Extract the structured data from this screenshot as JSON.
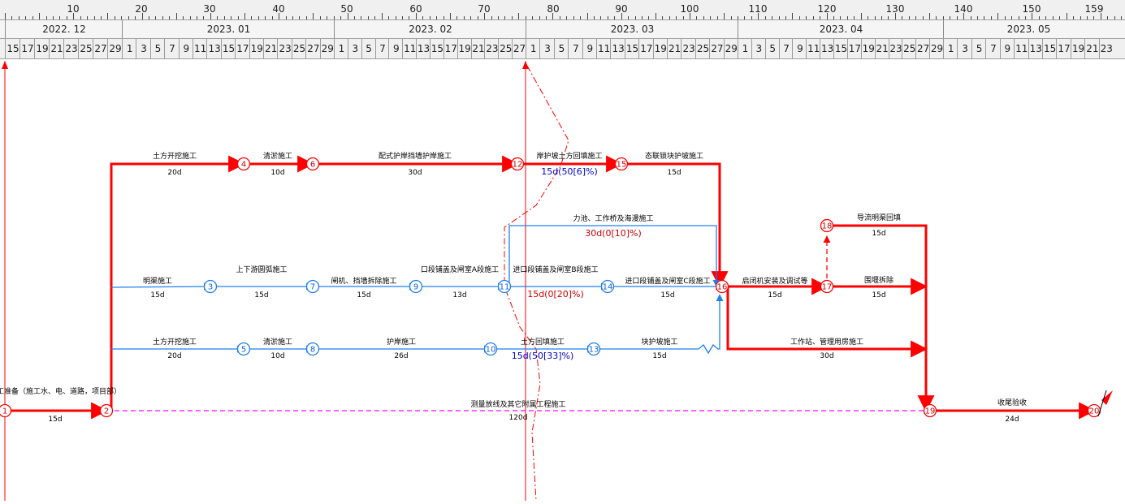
{
  "timescale": {
    "ticks": [
      "10",
      "20",
      "30",
      "40",
      "50",
      "60",
      "70",
      "80",
      "90",
      "100",
      "110",
      "120",
      "130",
      "140",
      "150",
      "159"
    ],
    "months": [
      "2022. 12",
      "2023. 01",
      "2023. 02",
      "2023. 03",
      "2023. 04",
      "2023. 05"
    ],
    "days": [
      [
        "15",
        "17",
        "19",
        "21",
        "23",
        "25",
        "27",
        "29"
      ],
      [
        "1",
        "3",
        "5",
        "7",
        "9",
        "11",
        "13",
        "15",
        "17",
        "19",
        "21",
        "23",
        "25",
        "27",
        "29"
      ],
      [
        "1",
        "3",
        "5",
        "7",
        "9",
        "11",
        "13",
        "15",
        "17",
        "19",
        "21",
        "23",
        "25",
        "27"
      ],
      [
        "1",
        "3",
        "5",
        "7",
        "9",
        "11",
        "13",
        "15",
        "17",
        "19",
        "21",
        "23",
        "25",
        "27",
        "29"
      ],
      [
        "1",
        "3",
        "5",
        "7",
        "9",
        "11",
        "13",
        "15",
        "17",
        "19",
        "21",
        "23",
        "25",
        "27",
        "29"
      ],
      [
        "1",
        "3",
        "5",
        "7",
        "9",
        "11",
        "13",
        "15",
        "17",
        "19",
        "21",
        "23"
      ]
    ]
  },
  "colors": {
    "critical": "#ff0000",
    "normal": "#1e7ff0",
    "dummy": "#ff00ff",
    "delay_text": "#cc0000",
    "progress_text": "#0000cc",
    "node_text": "#cc0000",
    "normal_node_text": "#1560d0",
    "label": "#000000"
  },
  "nodes": [
    {
      "id": "1",
      "label": "1",
      "critical": true
    },
    {
      "id": "2",
      "label": "2",
      "critical": true
    },
    {
      "id": "3",
      "label": "3",
      "critical": false
    },
    {
      "id": "4",
      "label": "4",
      "critical": true
    },
    {
      "id": "5",
      "label": "5",
      "critical": false
    },
    {
      "id": "6",
      "label": "6",
      "critical": true
    },
    {
      "id": "7",
      "label": "7",
      "critical": false
    },
    {
      "id": "8",
      "label": "8",
      "critical": false
    },
    {
      "id": "9",
      "label": "9",
      "critical": false
    },
    {
      "id": "10",
      "label": "10",
      "critical": false
    },
    {
      "id": "11",
      "label": "11",
      "critical": false
    },
    {
      "id": "12",
      "label": "12",
      "critical": true
    },
    {
      "id": "13",
      "label": "13",
      "critical": false
    },
    {
      "id": "14",
      "label": "14",
      "critical": false
    },
    {
      "id": "15",
      "label": "15",
      "critical": true
    },
    {
      "id": "16",
      "label": "16",
      "critical": true
    },
    {
      "id": "17",
      "label": "17",
      "critical": true
    },
    {
      "id": "18",
      "label": "18",
      "critical": true
    },
    {
      "id": "19",
      "label": "19",
      "critical": true
    },
    {
      "id": "20",
      "label": "20",
      "critical": true
    }
  ],
  "activities": [
    {
      "from": "1",
      "to": "2",
      "name": "施工准备（施工水、电、道路，项目部）",
      "duration": "15d",
      "critical": true
    },
    {
      "from": "2",
      "to": "4",
      "name": "土方开挖施工",
      "duration": "20d",
      "critical": true
    },
    {
      "from": "4",
      "to": "6",
      "name": "清淤施工",
      "duration": "10d",
      "critical": true
    },
    {
      "from": "6",
      "to": "12",
      "name": "配式护岸挡墙护岸施工",
      "duration": "30d",
      "critical": true
    },
    {
      "from": "12",
      "to": "15",
      "name": "岸护坡土方回填施工",
      "duration": "15d",
      "progress": "15d(50[6]%)",
      "critical": true
    },
    {
      "from": "15",
      "to": "16",
      "name": "态联锁块护坡施工",
      "duration": "15d",
      "critical": true
    },
    {
      "from": "2",
      "to": "3",
      "name": "明渠施工",
      "duration": "15d",
      "critical": false
    },
    {
      "from": "3",
      "to": "7",
      "name": "上下游圆弧施工",
      "duration": "15d",
      "critical": false
    },
    {
      "from": "7",
      "to": "9",
      "name": "闸机、挡墙拆除施工",
      "duration": "15d",
      "critical": false
    },
    {
      "from": "9",
      "to": "11",
      "name": "口段铺盖及闸室A段施工",
      "duration": "13d",
      "critical": false
    },
    {
      "from": "11",
      "to": "16",
      "name": "力池、工作桥及海漫施工",
      "duration": "",
      "delay": "30d(0[10]%)",
      "critical": false
    },
    {
      "from": "11",
      "to": "14",
      "name": "进口段铺盖及闸室B段施工",
      "duration": "",
      "delay": "15d(0[20]%)",
      "critical": false
    },
    {
      "from": "14",
      "to": "16",
      "name": "进口段铺盖及闸室C段施工",
      "duration": "15d",
      "critical": false
    },
    {
      "from": "2",
      "to": "5",
      "name": "土方开挖施工",
      "duration": "20d",
      "critical": false
    },
    {
      "from": "5",
      "to": "8",
      "name": "清淤施工",
      "duration": "10d",
      "critical": false
    },
    {
      "from": "8",
      "to": "10",
      "name": "护岸施工",
      "duration": "26d",
      "critical": false
    },
    {
      "from": "10",
      "to": "13",
      "name": "土方回填施工",
      "duration": "",
      "progress": "15d(50[33]%)",
      "critical": false
    },
    {
      "from": "13",
      "to": "16",
      "name": "块护坡施工",
      "duration": "15d",
      "critical": false
    },
    {
      "from": "16",
      "to": "17",
      "name": "启闭机安装及调试等",
      "duration": "15d",
      "critical": true
    },
    {
      "from": "17",
      "to": "18",
      "name": "",
      "duration": "",
      "critical": true,
      "dummy": true
    },
    {
      "from": "18",
      "to": "19",
      "name": "导流明渠回填",
      "duration": "15d",
      "critical": true
    },
    {
      "from": "17",
      "to": "19",
      "name": "围堰拆除",
      "duration": "15d",
      "critical": true
    },
    {
      "from": "16",
      "to": "19",
      "name": "工作站、管理用房施工",
      "duration": "30d",
      "critical": true
    },
    {
      "from": "2",
      "to": "19",
      "name": "测量放线及其它附属工程施工",
      "duration": "120d",
      "critical": false,
      "dummy": true
    },
    {
      "from": "19",
      "to": "20",
      "name": "收尾验收",
      "duration": "24d",
      "critical": true
    }
  ]
}
